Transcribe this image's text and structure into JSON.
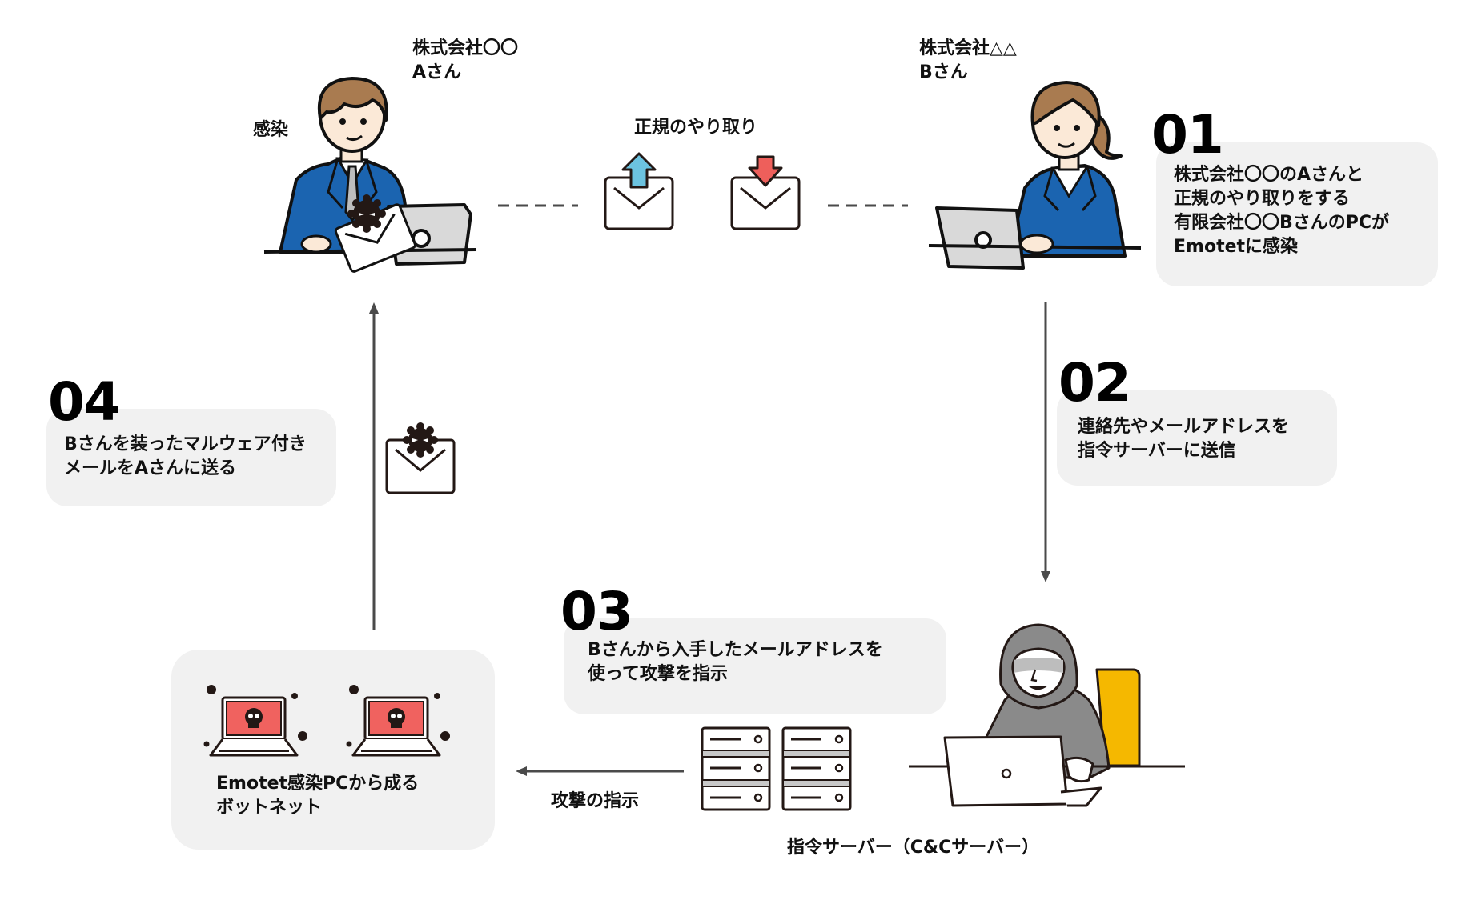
{
  "diagram": {
    "person_a": {
      "company": "株式会社〇〇",
      "name": "Aさん",
      "status": "感染"
    },
    "person_b": {
      "company": "株式会社△△",
      "name": "Bさん"
    },
    "exchange_label": "正規のやり取り",
    "steps": [
      {
        "number": "01",
        "lines": [
          "株式会社〇〇のAさんと",
          "正規のやり取りをする",
          "有限会社〇〇BさんのPCが",
          "Emotetに感染"
        ]
      },
      {
        "number": "02",
        "lines": [
          "連絡先やメールアドレスを",
          "指令サーバーに送信"
        ]
      },
      {
        "number": "03",
        "lines": [
          "Bさんから入手したメールアドレスを",
          "使って攻撃を指示"
        ]
      },
      {
        "number": "04",
        "lines": [
          "Bさんを装ったマルウェア付き",
          "メールをAさんに送る"
        ]
      }
    ],
    "botnet": {
      "lines": [
        "Emotet感染PCから成る",
        "ボットネット"
      ]
    },
    "attack_instruction_label": "攻撃の指示",
    "cc_server_label": "指令サーバー（C&Cサーバー）",
    "colors": {
      "suit_blue": "#1b64b0",
      "hair_brown": "#a97b50",
      "skin": "#fbe9d7",
      "laptop_gray": "#d9d9d9",
      "send_arrow_blue": "#6cc3e0",
      "receive_arrow_red": "#ee5f5b",
      "infected_screen_red": "#f0625f",
      "hoodie_gray": "#8a8a8a",
      "chair_yellow": "#f5b800",
      "box_bg": "#f1f1f1",
      "arrow_gray": "#4a4a4a"
    }
  }
}
